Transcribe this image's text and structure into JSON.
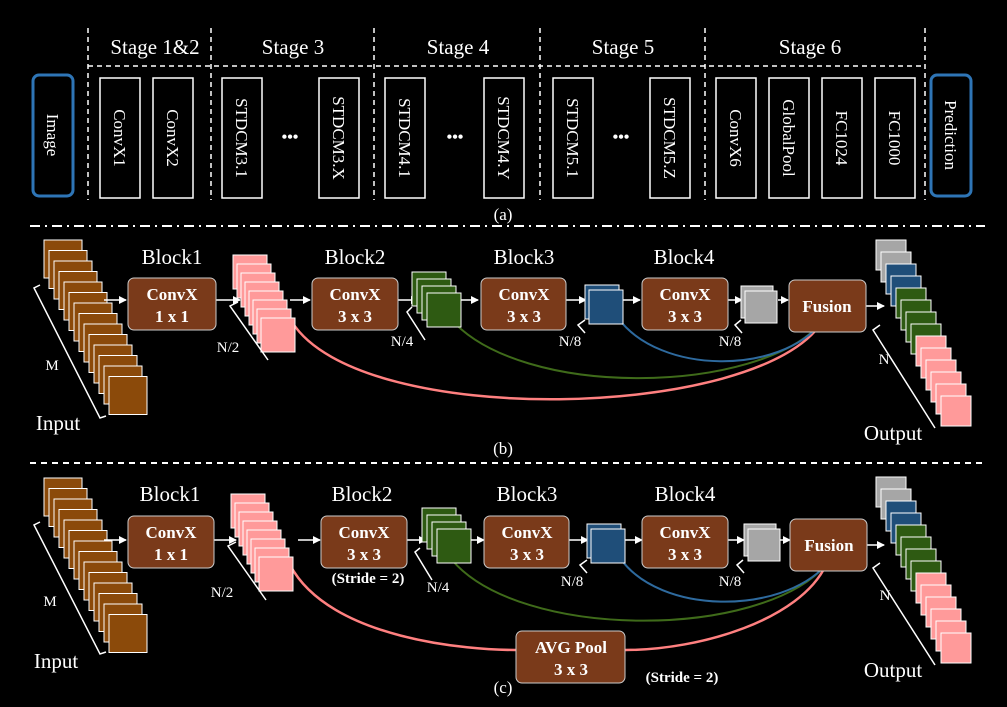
{
  "panel_a": {
    "image_label": "Image",
    "prediction_label": "Prediction",
    "stages": [
      {
        "label": "Stage 1&2",
        "blocks": [
          "ConvX1",
          "ConvX2"
        ]
      },
      {
        "label": "Stage 3",
        "blocks": [
          "STDCM3.1",
          "STDCM3.X"
        ]
      },
      {
        "label": "Stage 4",
        "blocks": [
          "STDCM4.1",
          "STDCM4.Y"
        ]
      },
      {
        "label": "Stage 5",
        "blocks": [
          "STDCM5.1",
          "STDCM5.Z"
        ]
      },
      {
        "label": "Stage 6",
        "blocks": [
          "ConvX6",
          "GlobalPool",
          "FC1024",
          "FC1000"
        ]
      }
    ],
    "ellipsis": "•••",
    "caption": "(a)"
  },
  "panel_b": {
    "caption": "(b)",
    "input_label": "Input",
    "output_label": "Output",
    "m_label": "M",
    "n_label": "N",
    "block_titles": [
      "Block1",
      "Block2",
      "Block3",
      "Block4"
    ],
    "convx": [
      "ConvX",
      "ConvX",
      "ConvX",
      "ConvX"
    ],
    "kernels": [
      "1 x 1",
      "3 x 3",
      "3 x 3",
      "3 x 3"
    ],
    "dims": [
      "N/2",
      "N/4",
      "N/8",
      "N/8"
    ],
    "fusion": "Fusion"
  },
  "panel_c": {
    "caption": "(c)",
    "input_label": "Input",
    "output_label": "Output",
    "m_label": "M",
    "n_label": "N",
    "block_titles": [
      "Block1",
      "Block2",
      "Block3",
      "Block4"
    ],
    "convx": [
      "ConvX",
      "ConvX",
      "ConvX",
      "ConvX"
    ],
    "kernels": [
      "1 x 1",
      "3 x 3",
      "3 x 3",
      "3 x 3"
    ],
    "dims": [
      "N/2",
      "N/4",
      "N/8",
      "N/8"
    ],
    "fusion": "Fusion",
    "stride_block2": "(Stride = 2)",
    "avgpool_title": "AVG Pool",
    "avgpool_kernel": "3 x 3",
    "stride_pool": "(Stride = 2)"
  },
  "colors": {
    "background": "#000000",
    "input_stack": "#8B4A0A",
    "pink_stack": "#FF9A9A",
    "green_stack": "#2E5A12",
    "blue_stack": "#1F4E79",
    "gray_stack": "#A6A6A6",
    "conv_box": "#7A3A1A",
    "image_box_border": "#2E75B6"
  }
}
